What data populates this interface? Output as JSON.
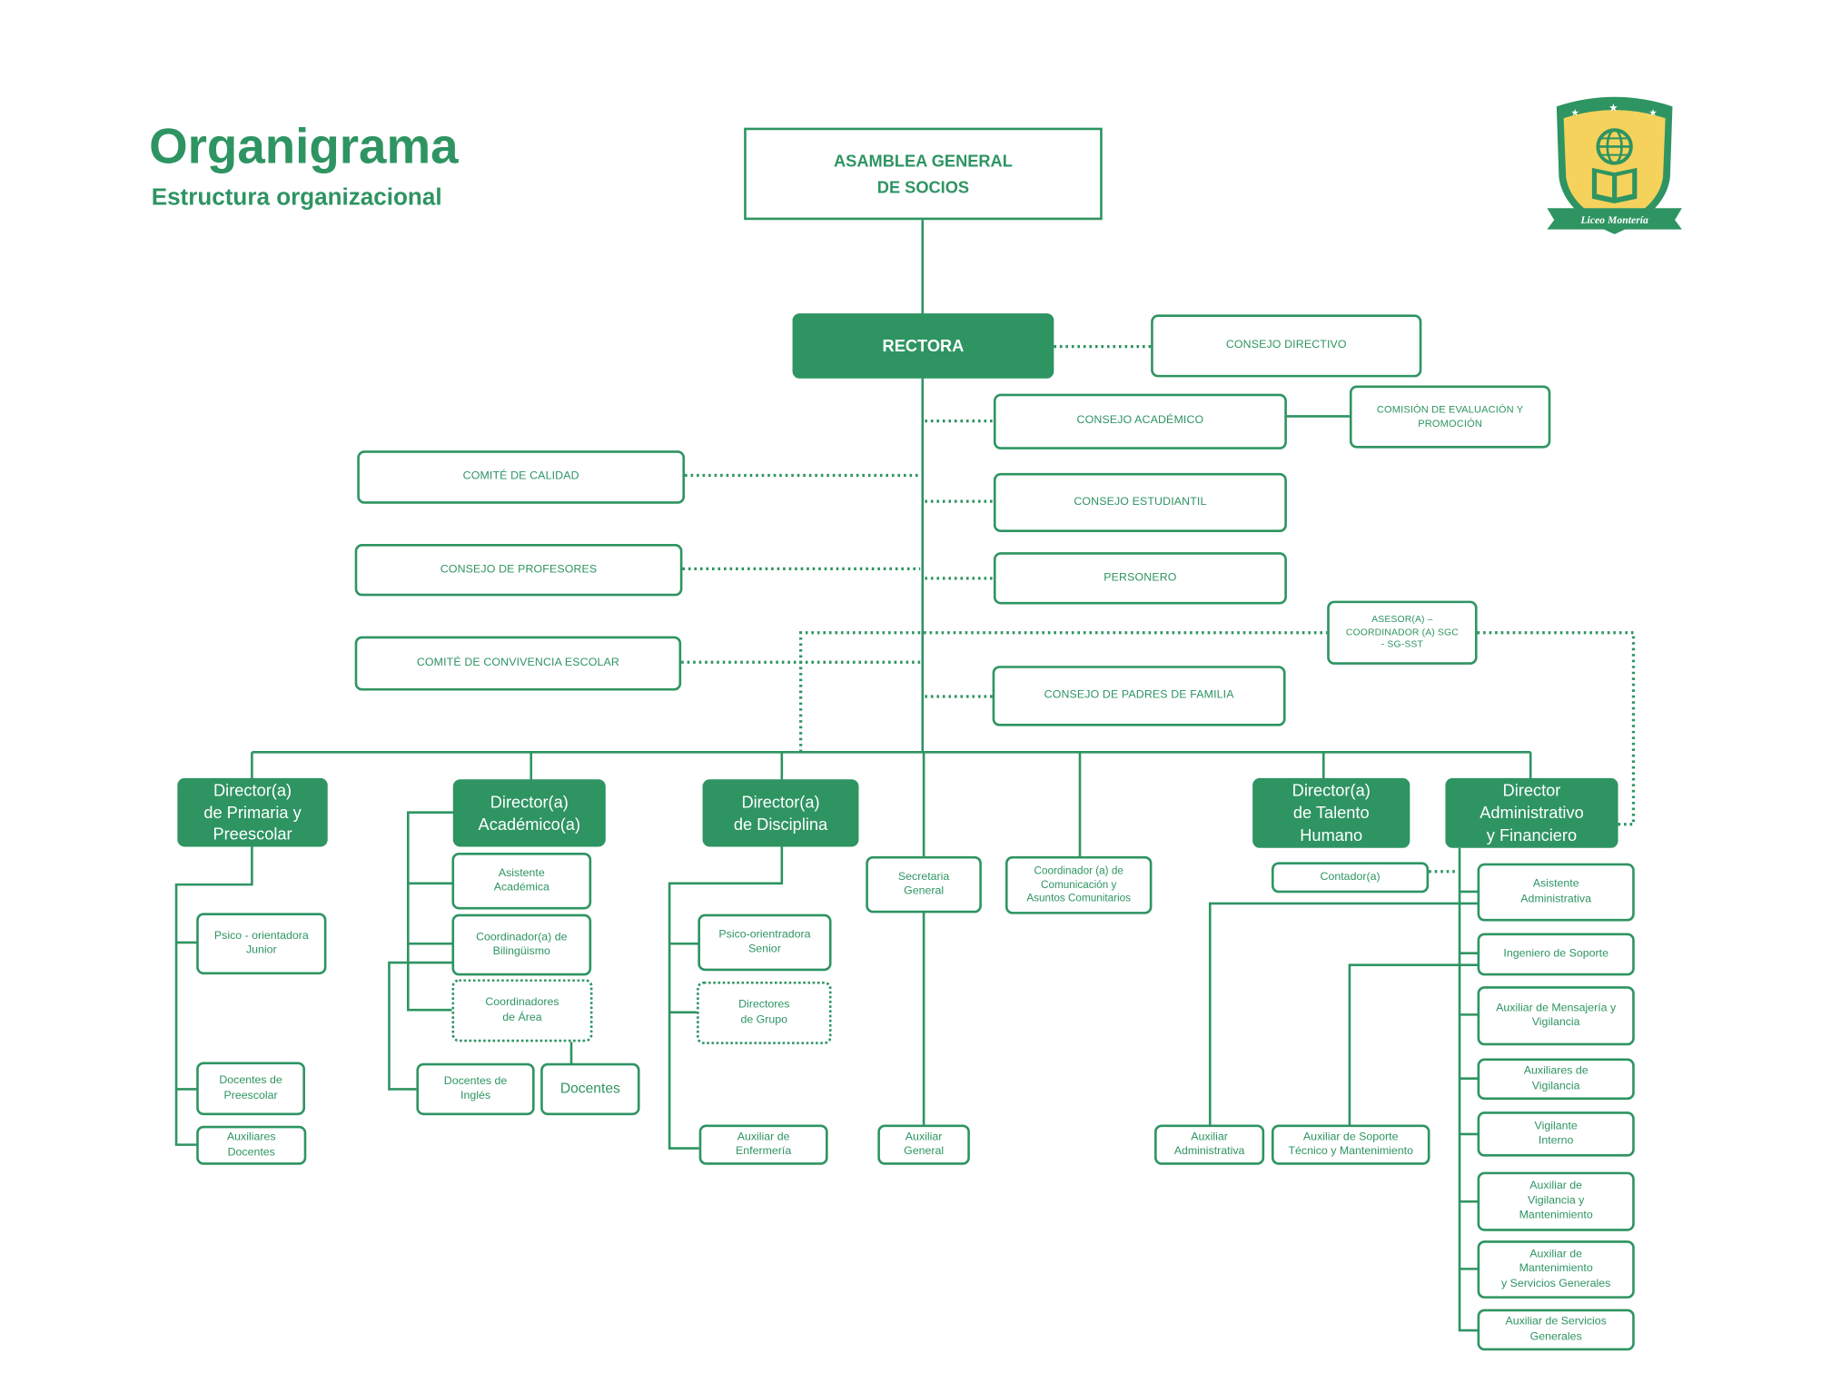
{
  "header": {
    "title": "Organigrama",
    "subtitle": "Estructura organizacional"
  },
  "logo": {
    "text": "Liceo Montería",
    "icon": "school-shield-icon",
    "colors": {
      "primary": "#2e9462",
      "shield": "#f5d25c"
    }
  },
  "colors": {
    "accent": "#2e9462",
    "background": "#ffffff"
  },
  "nodes": {
    "asamblea": "ASAMBLEA GENERAL\nDE SOCIOS",
    "rectora": "RECTORA",
    "consejo_directivo": "CONSEJO DIRECTIVO",
    "consejo_academico": "CONSEJO ACADÉMICO",
    "comision_evaluacion": "COMISIÓN DE EVALUACIÓN Y\nPROMOCIÓN",
    "comite_calidad": "COMITÉ DE CALIDAD",
    "consejo_estudiantil": "CONSEJO ESTUDIANTIL",
    "consejo_profesores": "CONSEJO DE PROFESORES",
    "personero": "PERSONERO",
    "asesor_sgc": "ASESOR(A) –\nCOORDINADOR (A) SGC\n- SG-SST",
    "comite_convivencia": "COMITÉ DE CONVIVENCIA ESCOLAR",
    "consejo_padres": "CONSEJO DE PADRES DE FAMILIA",
    "dir_primaria": "Director(a)\nde Primaria y\nPreescolar",
    "dir_academico": "Director(a)\nAcadémico(a)",
    "dir_disciplina": "Director(a)\nde Disciplina",
    "dir_talento": "Director(a)\nde Talento\nHumano",
    "dir_administrativo": "Director\nAdministrativo\ny Financiero",
    "psico_junior": "Psico - orientadora\nJunior",
    "docentes_preescolar": "Docentes de\nPreescolar",
    "auxiliares_docentes": "Auxiliares\nDocentes",
    "asistente_academica": "Asistente\nAcadémica",
    "coord_bilinguismo": "Coordinador(a) de\nBilingüismo",
    "coord_area": "Coordinadores\nde Área",
    "docentes_ingles": "Docentes de\nInglés",
    "docentes": "Docentes",
    "psico_senior": "Psico-orientradora\nSenior",
    "directores_grupo": "Directores\nde Grupo",
    "aux_enfermeria": "Auxiliar de\nEnfermería",
    "secretaria_general": "Secretaria\nGeneral",
    "auxiliar_general": "Auxiliar\nGeneral",
    "coord_comunicacion": "Coordinador (a) de\nComunicación y\nAsuntos Comunitarios",
    "contador": "Contador(a)",
    "aux_administrativa": "Auxiliar\nAdministrativa",
    "aux_soporte": "Auxiliar de Soporte\nTécnico y Mantenimiento",
    "asistente_administrativa": "Asistente\nAdministrativa",
    "ingeniero_soporte": "Ingeniero de Soporte",
    "aux_mensajeria": "Auxiliar de Mensajería y\nVigilancia",
    "aux_vigilancia": "Auxiliares de\nVigilancia",
    "vigilante_interno": "Vigilante\nInterno",
    "aux_vigilancia_mant": "Auxiliar de\nVigilancia y\nMantenimiento",
    "aux_mant_servicios": "Auxiliar de\nMantenimiento\ny Servicios Generales",
    "aux_servicios_generales": "Auxiliar de Servicios\nGenerales"
  }
}
